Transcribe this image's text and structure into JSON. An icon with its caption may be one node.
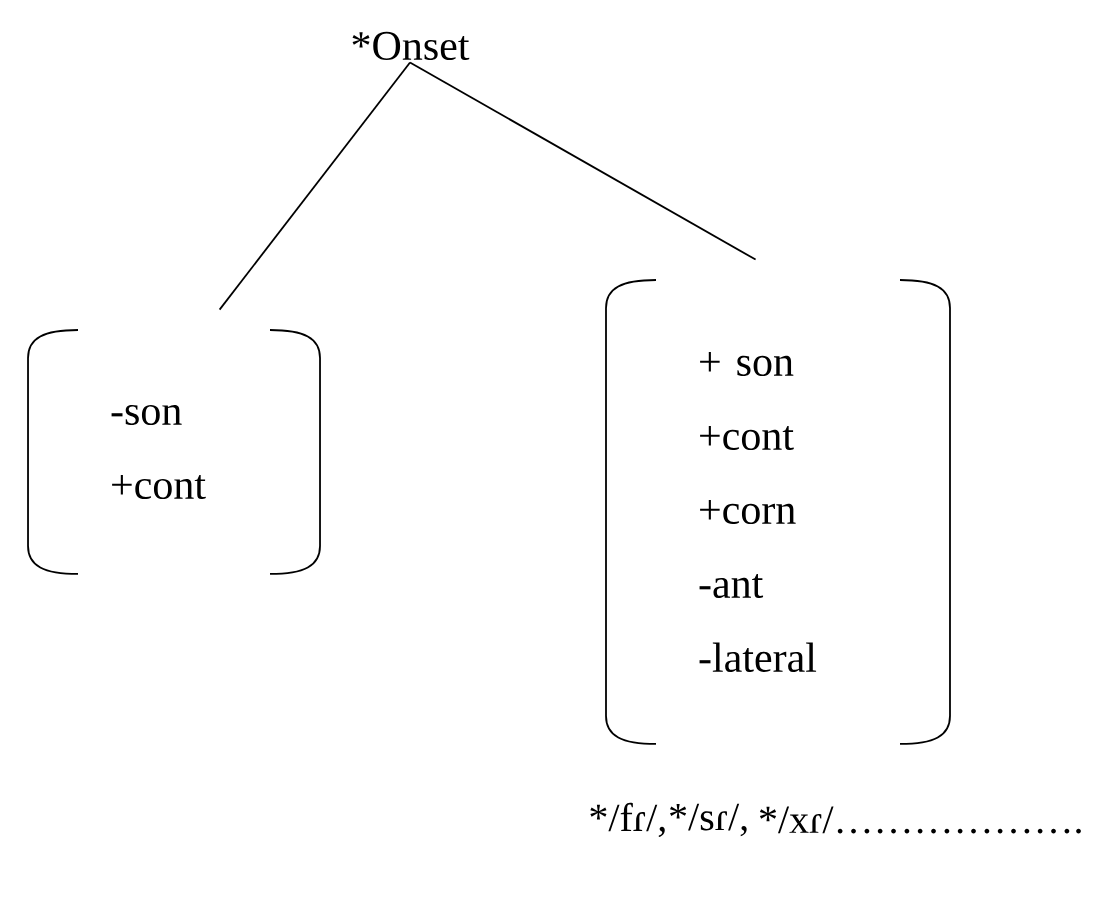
{
  "diagram": {
    "nodes": [
      {
        "text": [
          "*Onset"
        ]
      },
      {
        "text": [
          "-son",
          "+cont"
        ]
      },
      {
        "text": [
          "+ son",
          "+cont",
          "+corn",
          "-ant",
          "-lateral"
        ]
      }
    ],
    "edges": [
      {
        "from": 0,
        "to": 1,
        "arrow": "none"
      },
      {
        "from": 0,
        "to": 2,
        "arrow": "none"
      }
    ],
    "labels": [
      "*/fɾ/,",
      "*/sɾ/,",
      "*/xɾ/………………."
    ]
  }
}
